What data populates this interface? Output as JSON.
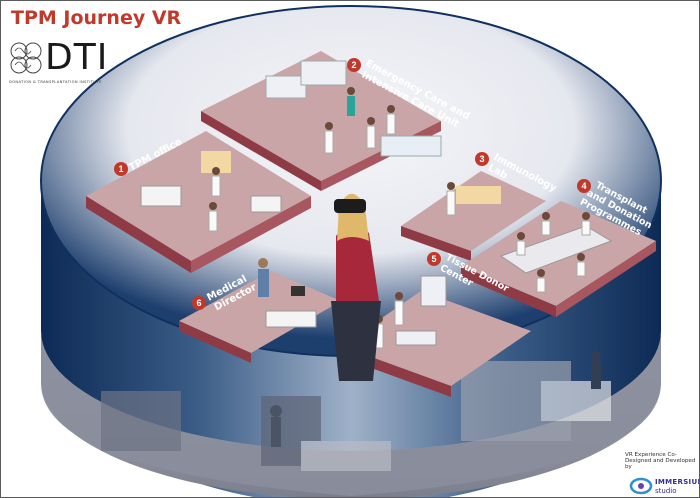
{
  "header": {
    "title": "TPM Journey VR",
    "title_color": "#c0392b"
  },
  "logo": {
    "text": "DTI",
    "subtitle": "DONATION & TRANSPLANTATION INSTITUTE"
  },
  "credit": {
    "text": "VR Experience Co-Designed and Developed by",
    "brand": "IMMERSIUM",
    "brand_sub": "studio"
  },
  "colors": {
    "floor": "#c9a5a7",
    "wall": "#8e3b46",
    "badge": "#c0392b",
    "ring_dark": "#0e2f5e",
    "ring_light": "#f3f3f6"
  },
  "stations": [
    {
      "number": "1",
      "label": "TPM office"
    },
    {
      "number": "2",
      "label": "Emergency Care and Intensive Care Unit"
    },
    {
      "number": "3",
      "label": "Immunology Lab"
    },
    {
      "number": "4",
      "label": "Transplant and Donation Programmes"
    },
    {
      "number": "5",
      "label": "Tissue Donor Center"
    },
    {
      "number": "6",
      "label": "Medical Director"
    }
  ]
}
